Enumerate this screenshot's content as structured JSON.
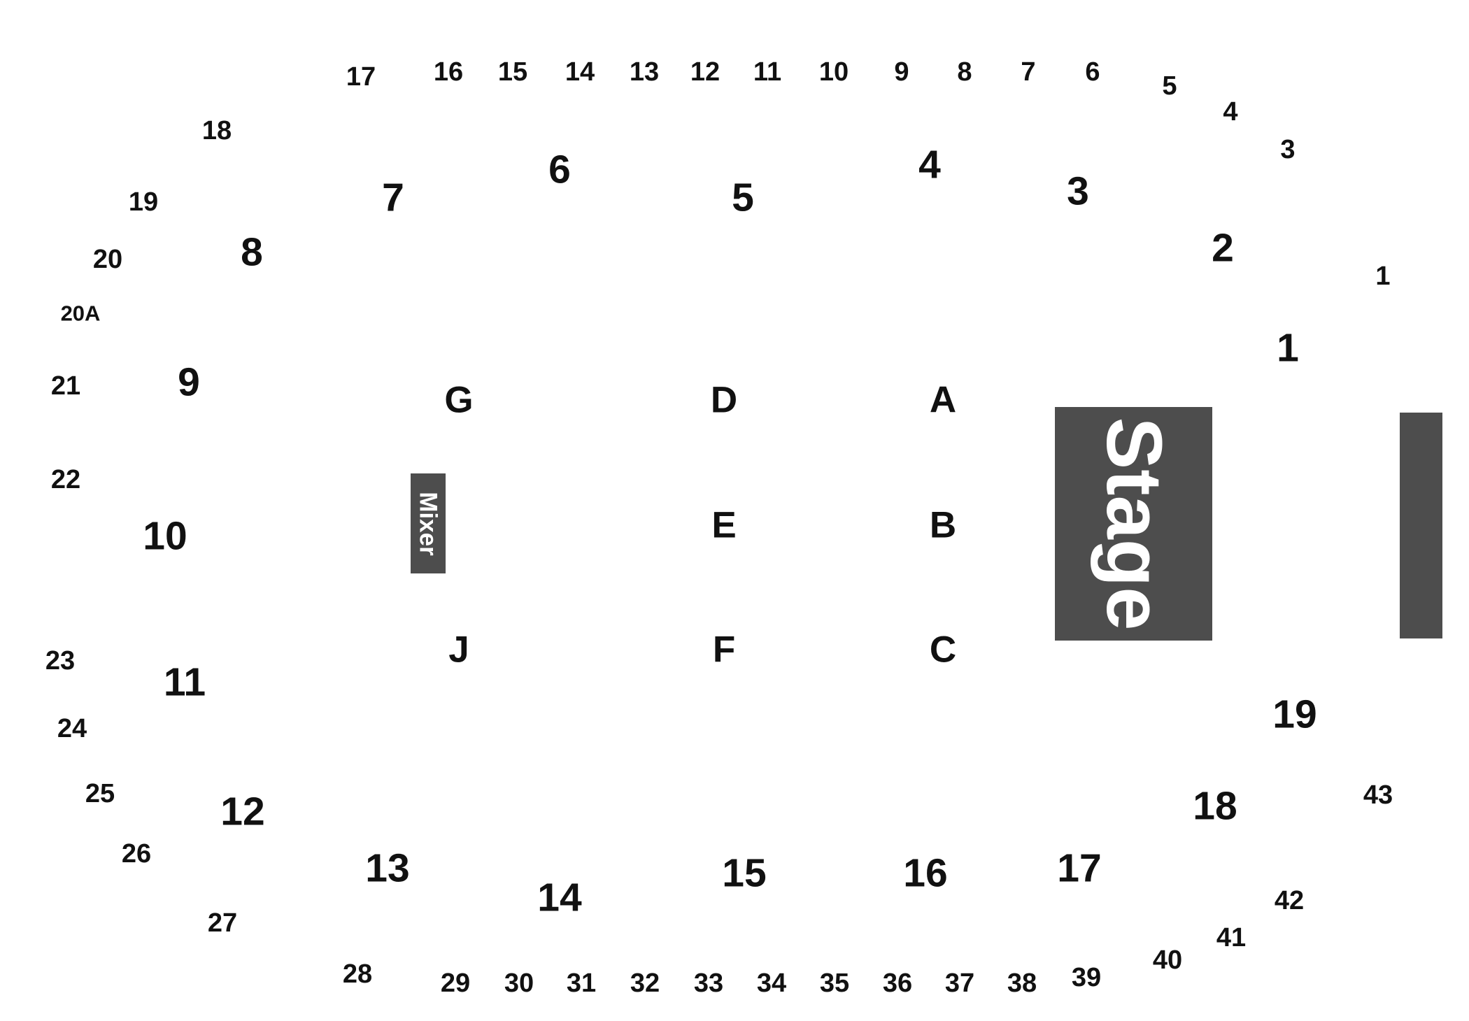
{
  "stage": {
    "label": "Stage",
    "color": "#4d4d4d"
  },
  "mixer": {
    "label": "Mixer",
    "color": "#4d4d4d"
  },
  "side_panel": {
    "color": "#4d4d4d"
  },
  "floor_sections": [
    "G",
    "D",
    "A",
    "E",
    "B",
    "J",
    "F",
    "C"
  ],
  "lower_sections": [
    "1",
    "2",
    "3",
    "4",
    "5",
    "6",
    "7",
    "8",
    "9",
    "10",
    "11",
    "12",
    "13",
    "14",
    "15",
    "16",
    "17",
    "18",
    "19"
  ],
  "upper_sections": [
    "1",
    "3",
    "4",
    "5",
    "6",
    "7",
    "8",
    "9",
    "10",
    "11",
    "12",
    "13",
    "14",
    "15",
    "16",
    "17",
    "18",
    "19",
    "20",
    "20A",
    "21",
    "22",
    "23",
    "24",
    "25",
    "26",
    "27",
    "28",
    "29",
    "30",
    "31",
    "32",
    "33",
    "34",
    "35",
    "36",
    "37",
    "38",
    "39",
    "40",
    "41",
    "42",
    "43"
  ]
}
